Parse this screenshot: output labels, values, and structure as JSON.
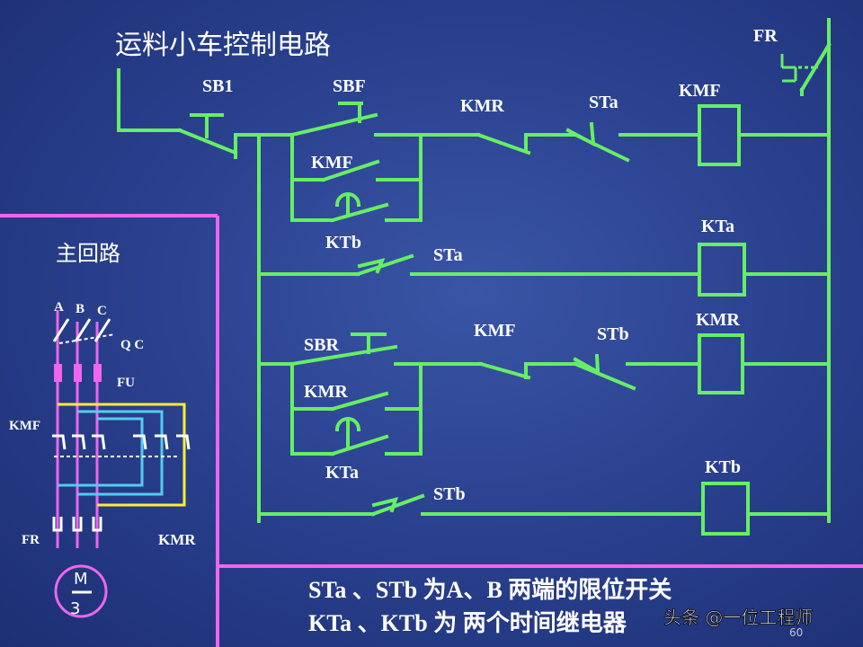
{
  "title": "运料小车控制电路",
  "main_circuit_title": "主回路",
  "labels": {
    "sb1": "SB1",
    "sbf": "SBF",
    "kmr_top": "KMR",
    "sta_top": "STa",
    "kmf_coil": "KMF",
    "fr": "FR",
    "kmf_hold": "KMF",
    "ktb_left": "KTb",
    "sta_mid": "STa",
    "kta_coil": "KTa",
    "sbr": "SBR",
    "kmf_mid": "KMF",
    "stb_mid": "STb",
    "kmr_coil": "KMR",
    "kmr_hold": "KMR",
    "kta_left": "KTa",
    "stb_low": "STb",
    "ktb_coil": "KTb",
    "mc_a": "A",
    "mc_b": "B",
    "mc_c": "C",
    "mc_qc": "Q C",
    "mc_fu": "FU",
    "mc_kmf": "KMF",
    "mc_fr": "FR",
    "mc_kmr": "KMR",
    "motor_m": "M",
    "motor_3": "3"
  },
  "notes": {
    "line1": "STa 、STb 为A、B 两端的限位开关",
    "line2": "KTa 、KTb 为 两个时间继电器"
  },
  "watermark": "头条 @一位工程师",
  "page_number": "60",
  "colors": {
    "background": "#2b4290",
    "wire": "#66ee66",
    "border": "#ee66ee",
    "text": "#ffffff"
  }
}
